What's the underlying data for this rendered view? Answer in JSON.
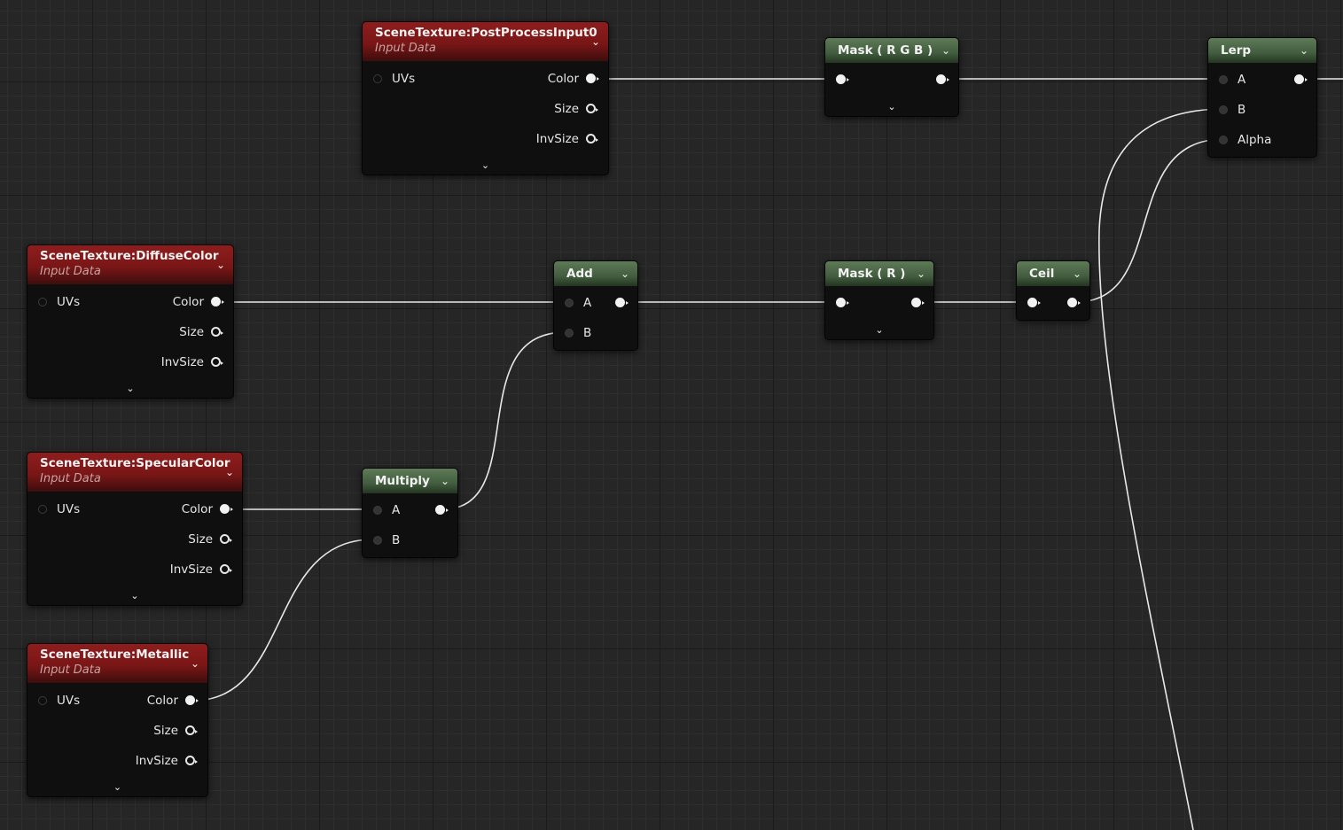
{
  "colors": {
    "canvas": "#262626",
    "node_body": "#0f0f0f",
    "texture_header": "#8e1d1d",
    "math_header": "#5e7a57",
    "wire": "#e8e8e8"
  },
  "icons": {
    "collapse": "chevron-down-icon",
    "expand": "chevron-down-icon",
    "pin": "pin-circle-icon"
  },
  "nodes": {
    "post": {
      "title": "SceneTexture:PostProcessInput0",
      "subtitle": "Input Data",
      "in_uvs": "UVs",
      "out_color": "Color",
      "out_size": "Size",
      "out_invsize": "InvSize"
    },
    "diffuse": {
      "title": "SceneTexture:DiffuseColor",
      "subtitle": "Input Data",
      "in_uvs": "UVs",
      "out_color": "Color",
      "out_size": "Size",
      "out_invsize": "InvSize"
    },
    "specular": {
      "title": "SceneTexture:SpecularColor",
      "subtitle": "Input Data",
      "in_uvs": "UVs",
      "out_color": "Color",
      "out_size": "Size",
      "out_invsize": "InvSize"
    },
    "metallic": {
      "title": "SceneTexture:Metallic",
      "subtitle": "Input Data",
      "in_uvs": "UVs",
      "out_color": "Color",
      "out_size": "Size",
      "out_invsize": "InvSize"
    },
    "mask_rgb": {
      "title": "Mask ( R G B )"
    },
    "mask_r": {
      "title": "Mask ( R )"
    },
    "add": {
      "title": "Add",
      "in_a": "A",
      "in_b": "B"
    },
    "multiply": {
      "title": "Multiply",
      "in_a": "A",
      "in_b": "B"
    },
    "ceil": {
      "title": "Ceil"
    },
    "lerp": {
      "title": "Lerp",
      "in_a": "A",
      "in_b": "B",
      "in_alpha": "Alpha"
    }
  }
}
